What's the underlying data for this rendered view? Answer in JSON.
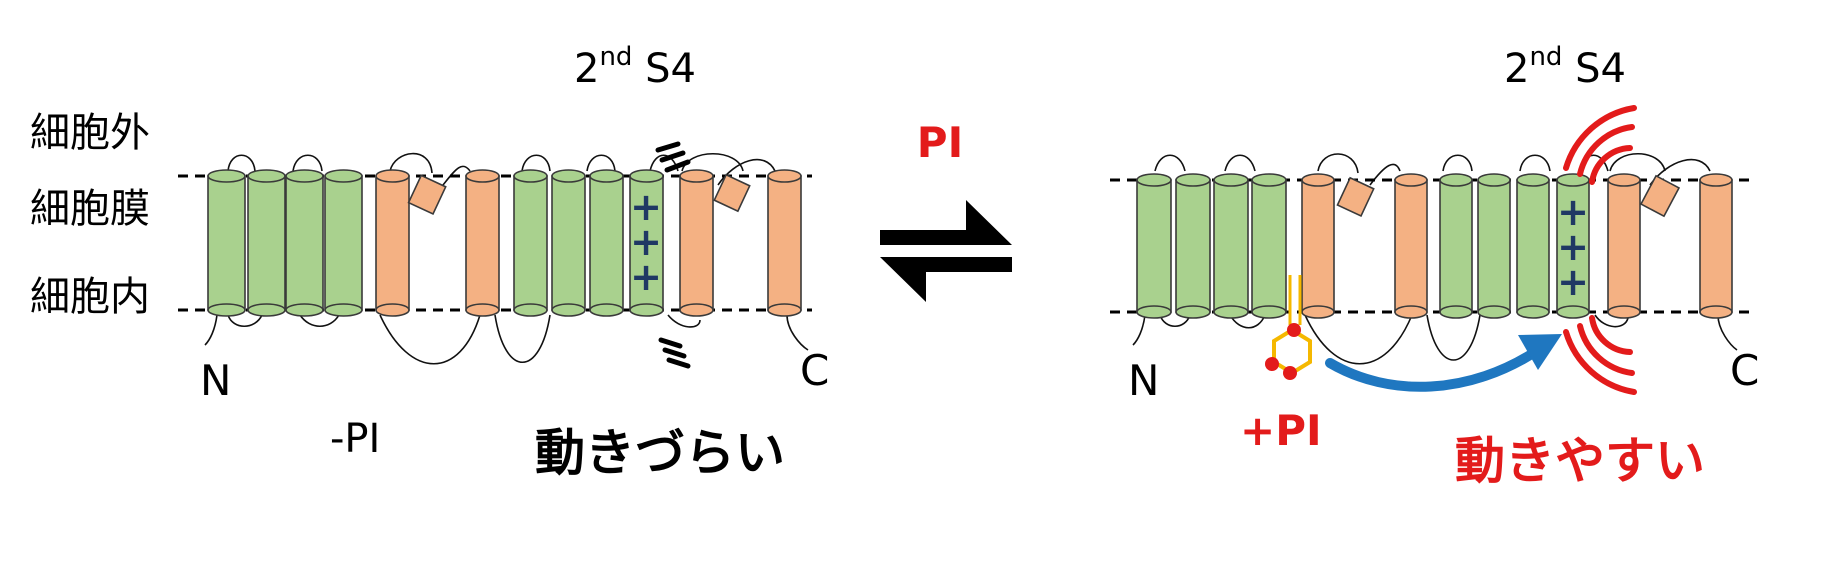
{
  "labels": {
    "extracellular": "細胞外",
    "membrane": "細胞膜",
    "intracellular": "細胞内"
  },
  "left_panel": {
    "s4_label_base": "2",
    "s4_label_sup": "nd",
    "s4_label_suffix": " S4",
    "n_terminus": "N",
    "c_terminus": "C",
    "condition": "-PI",
    "state_text": "動きづらい",
    "charges": [
      "+",
      "+",
      "+"
    ]
  },
  "equilibrium": {
    "label": "PI",
    "label_color": "#e31b1b"
  },
  "right_panel": {
    "s4_label_base": "2",
    "s4_label_sup": "nd",
    "s4_label_suffix": " S4",
    "n_terminus": "N",
    "c_terminus": "C",
    "condition": "+PI",
    "condition_color": "#e31b1b",
    "state_text": "動きやすい",
    "state_color": "#e31b1b",
    "charges": [
      "+",
      "+",
      "+"
    ]
  },
  "colors": {
    "vsd_helix": "#a9d18e",
    "pore_helix": "#f4b183",
    "charge": "#1f3864",
    "arrow_blue": "#1f77c0",
    "motion_red": "#e31b1b",
    "lipid_yellow": "#f5b800"
  }
}
